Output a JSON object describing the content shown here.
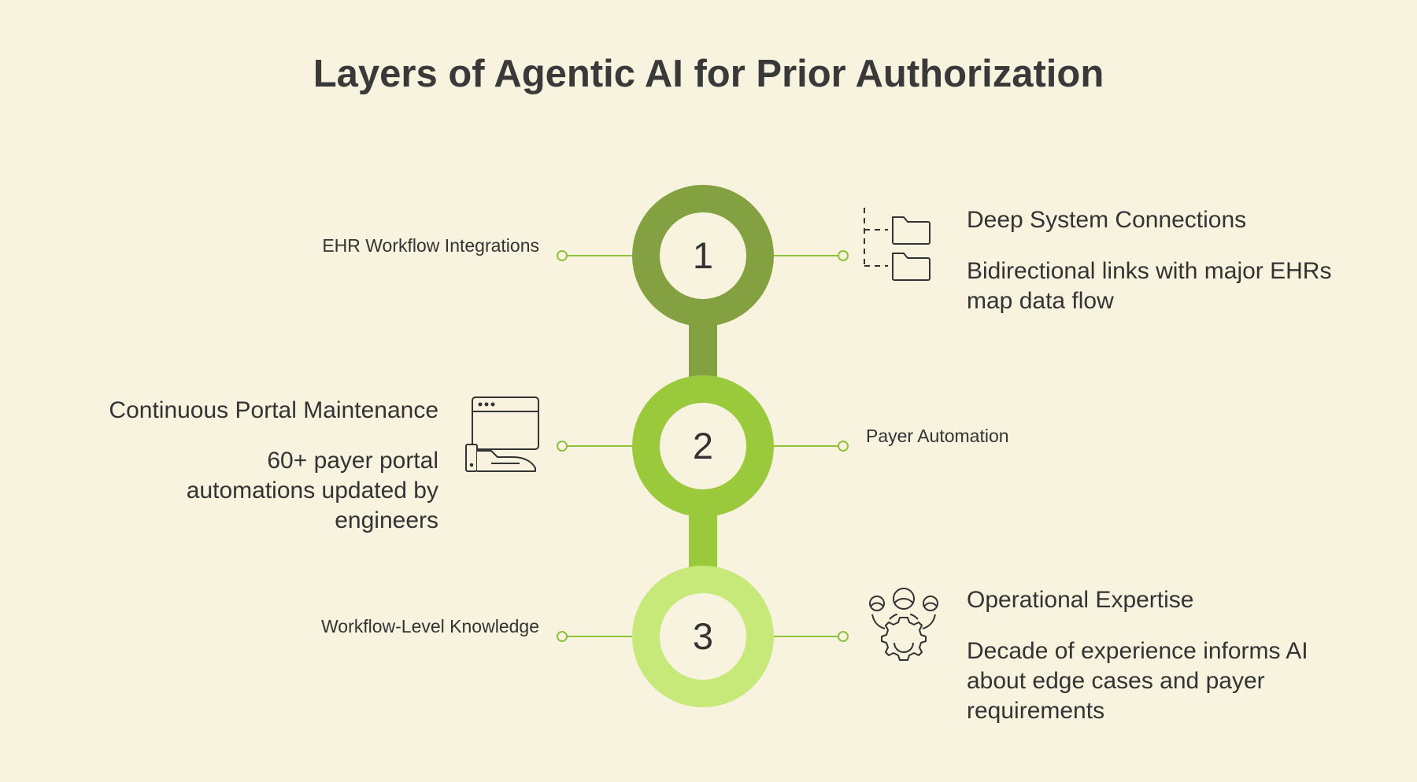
{
  "title": "Layers of Agentic AI for Prior Authorization",
  "colors": {
    "background": "#f7f3df",
    "layer1": "#84a142",
    "layer2": "#9bc93c",
    "layer3": "#c6e97a",
    "inner": "#f7f3df",
    "connector": "#8fc23c"
  },
  "layers": [
    {
      "number": "1",
      "side_label": "EHR Workflow Integrations",
      "heading": "Deep System Connections",
      "description": "Bidirectional links with major EHRs map data flow",
      "icon": "folder-hierarchy-icon"
    },
    {
      "number": "2",
      "side_label": "Payer Automation",
      "heading": "Continuous Portal Maintenance",
      "description": "60+ payer portal automations updated by engineers",
      "icon": "browser-hand-icon"
    },
    {
      "number": "3",
      "side_label": "Workflow-Level Knowledge",
      "heading": "Operational Expertise",
      "description": "Decade of experience informs AI about edge cases and payer requirements",
      "icon": "team-gear-icon"
    }
  ]
}
